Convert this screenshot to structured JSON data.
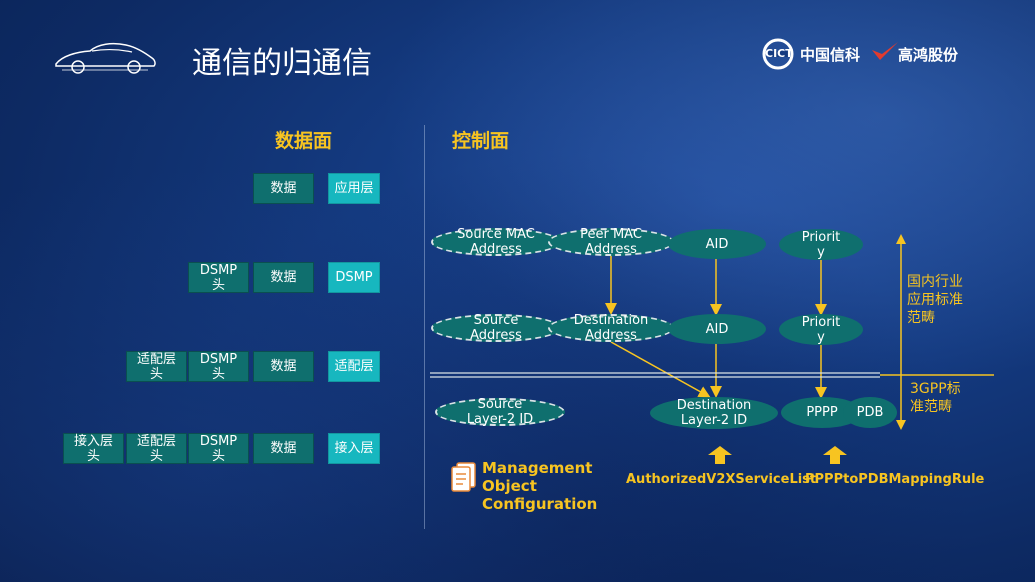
{
  "slide": {
    "title": "通信的归通信"
  },
  "logos": {
    "cict_mark": "CICT",
    "cict_name": "中国信科",
    "gaohong_name": "高鸿股份"
  },
  "data_plane": {
    "heading": "数据面",
    "rows": [
      {
        "cells": [
          "数据"
        ],
        "layer": "应用层"
      },
      {
        "cells": [
          "DSMP\n头",
          "数据"
        ],
        "layer": "DSMP"
      },
      {
        "cells": [
          "适配层\n头",
          "DSMP\n头",
          "数据"
        ],
        "layer": "适配层"
      },
      {
        "cells": [
          "接入层\n头",
          "适配层\n头",
          "DSMP\n头",
          "数据"
        ],
        "layer": "接入层"
      }
    ]
  },
  "control_plane": {
    "heading": "控制面",
    "row1": [
      "Source MAC\nAddress",
      "Peer MAC\nAddress",
      "AID",
      "Priorit\ny"
    ],
    "row2": [
      "Source\nAddress",
      "Destination\nAddress",
      "AID",
      "Priorit\ny"
    ],
    "row3": [
      "Source\nLayer-2 ID",
      "Destination\nLayer-2 ID",
      "PPPP",
      "PDB"
    ],
    "domestic_label": "国内行业\n应用标准\n范畴",
    "threegpp_label": "3GPP标\n准范畴",
    "rule_left": "AuthorizedV2XServiceList",
    "rule_right": "PPPPtoPDBMappingRule",
    "mgmt_label": "Management\nObject\nConfiguration",
    "icons": [
      "car-outline-icon",
      "document-icon",
      "arrow-up-icon"
    ]
  },
  "colors": {
    "accent": "#f7c421",
    "teal_dark": "#0f6f6e",
    "teal_light": "#17b7bf",
    "bg": "#143a80"
  }
}
